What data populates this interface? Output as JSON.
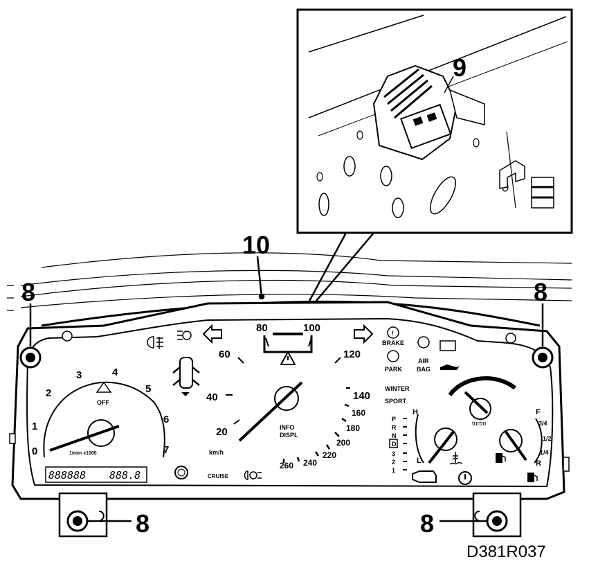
{
  "callouts": {
    "c8_top_left": "8",
    "c8_top_right": "8",
    "c8_bottom_left": "8",
    "c8_bottom_right": "8",
    "c9": "9",
    "c10": "10"
  },
  "figure_code": "D381R037",
  "tachometer": {
    "ticks": [
      "0",
      "1",
      "2",
      "3",
      "4",
      "5",
      "6",
      "7"
    ],
    "unit": "1/min x1000",
    "off_label": "OFF"
  },
  "speedometer": {
    "ticks": [
      "20",
      "40",
      "60",
      "80",
      "100",
      "120",
      "140",
      "160",
      "180",
      "200",
      "220",
      "240",
      "260"
    ],
    "unit": "km/h",
    "info_line1": "INFO",
    "info_line2": "DISPL"
  },
  "warning_labels": {
    "brake": "BRAKE",
    "park": "PARK",
    "air": "AIR",
    "bag": "BAG",
    "winter": "WINTER",
    "sport": "SPORT",
    "turbo": "turbo",
    "cruise": "CRUISE"
  },
  "gear_indicator": [
    "P",
    "R",
    "N",
    "D",
    "3",
    "2",
    "1"
  ],
  "temp_gauge": {
    "high": "H",
    "low": "L"
  },
  "fuel_gauge": {
    "full": "F",
    "three_quarter": "3/4",
    "half": "1/2",
    "quarter": "1/4",
    "reserve": "R"
  },
  "odometer": {
    "total": "888888",
    "trip": "888.8"
  }
}
